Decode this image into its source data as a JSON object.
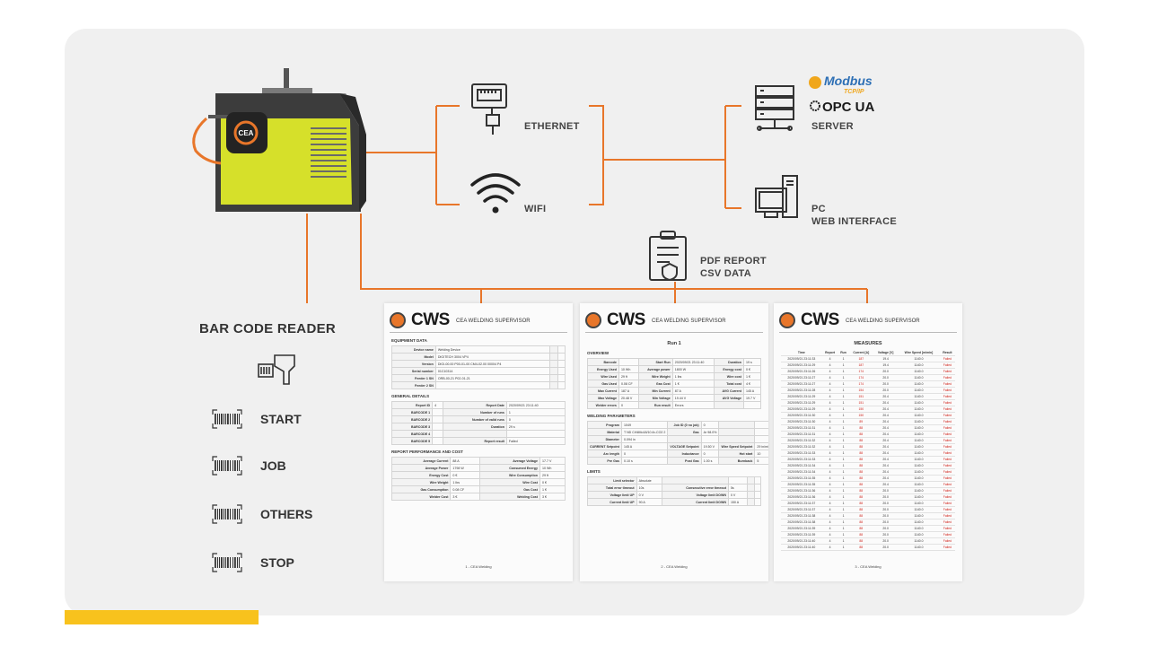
{
  "network": {
    "ethernet": "ETHERNET",
    "wifi": "WIFI",
    "server": "SERVER",
    "pc": "PC",
    "web_interface": "WEB INTERFACE",
    "pdf_report": "PDF REPORT",
    "csv_data": "CSV DATA",
    "modbus": "Modbus",
    "modbus_sub": "TCP/IP",
    "opcua": "OPC UA"
  },
  "barcode": {
    "title": "BAR CODE READER",
    "items": [
      "START",
      "JOB",
      "OTHERS",
      "STOP"
    ]
  },
  "reports": {
    "brand": "CWS",
    "brand_sub": "CEA WELDING SUPERVISOR",
    "logo_letter": "CEA",
    "page1": {
      "sections": [
        {
          "title": "EQUIPMENT DATA",
          "rows": [
            [
              "Device name",
              "Welding Device",
              "",
              ""
            ],
            [
              "Model",
              "DIGITECH 3004 VP4",
              "",
              ""
            ],
            [
              "Version",
              "DIGI-00.00 P00-01-00 CM4-02.00 00004 P4",
              "",
              ""
            ],
            [
              "Serial number",
              "01C10314",
              "",
              ""
            ],
            [
              "Feeder 1 SN",
              "ORB-00-21 P02-01-21",
              "",
              ""
            ],
            [
              "Feeder 2 SN",
              "",
              "",
              ""
            ]
          ]
        },
        {
          "title": "GENERAL DETAILS",
          "rows": [
            [
              "Report ID",
              "4",
              "Report Date",
              "2020/09/21 23:11:40"
            ],
            [
              "BARCODE 1",
              "",
              "Number of runs",
              "1"
            ],
            [
              "BARCODE 2",
              "",
              "Number of valid runs",
              "0"
            ],
            [
              "BARCODE 3",
              "",
              "Duration",
              "29 s"
            ],
            [
              "BARCODE 4",
              "",
              "",
              ""
            ],
            [
              "BARCODE 5",
              "",
              "Report result",
              "Failed"
            ]
          ]
        },
        {
          "title": "REPORT PERFORMANCE AND COST",
          "rows": [
            [
              "Average Current",
              "88 A",
              "Average Voltage",
              "17.7 V"
            ],
            [
              "Average Power",
              "1798 W",
              "Consumed Energy",
              "10 Wh"
            ],
            [
              "Energy Cost",
              "0 €",
              "Wire Consumption",
              "29 ft"
            ],
            [
              "Wire Weight",
              "1 lbs",
              "Wire Cost",
              "0 €"
            ],
            [
              "Gas Consumption",
              "0.08 CF",
              "Gas Cost",
              "1 €"
            ],
            [
              "Welder Cost",
              "3 €",
              "Welding Cost",
              "3 €"
            ]
          ]
        }
      ],
      "footer": "1 - CEA Welding"
    },
    "page2": {
      "run_title": "Run 1",
      "sections": [
        {
          "title": "OVERVIEW",
          "rows": [
            [
              "Barcode",
              "",
              "Start Run",
              "2020/09/21 23:11:40",
              "Duration",
              "19 s"
            ],
            [
              "Energy Used",
              "10 Wh",
              "Average power",
              "1800 W",
              "Energy cost",
              "0 €"
            ],
            [
              "Wire Used",
              "29 ft",
              "Wire Weight",
              "1 lbs",
              "Wire cost",
              "1 €"
            ],
            [
              "Gas Used",
              "0.08 CF",
              "Gas Cost",
              "1 €",
              "Total cost",
              "4 €"
            ],
            [
              "Max Current",
              "187 A",
              "Min Current",
              "87 A",
              "AVG Current",
              "145 A"
            ],
            [
              "Max Voltage",
              "20.48 V",
              "Min Voltage",
              "19.44 V",
              "AVG Voltage",
              "19.7 V"
            ],
            [
              "Welder errors",
              "0",
              "Run result",
              "Errors",
              "",
              ""
            ]
          ]
        },
        {
          "title": "WELDING PARAMETERS",
          "rows": [
            [
              "Program",
              "1049",
              "Job ID (0 no job)",
              "0",
              "",
              ""
            ],
            [
              "Material",
              "T ND CrNiMo18/10 Ar-CO2 2",
              "Gas",
              "Ar 98.0%",
              "",
              ""
            ],
            [
              "Diameter",
              "0.094 in",
              "",
              "",
              "",
              ""
            ],
            [
              "CURRENT Setpoint",
              "145 A",
              "VOLTAGE Setpoint",
              "19.50 V",
              "Wire Speed Setpoint",
              "29 in/min"
            ],
            [
              "Arc length",
              "0",
              "Inductance",
              "0",
              "Hot start",
              "10"
            ],
            [
              "Pre Gas",
              "0.10 s",
              "Post Gas",
              "1.00 s",
              "Burnback",
              "5"
            ]
          ]
        },
        {
          "title": "LIMITS",
          "rows": [
            [
              "Limit selector",
              "Absolute",
              "",
              "",
              "",
              ""
            ],
            [
              "Total error timeout",
              "10s",
              "Consecutive error timeout",
              "5s",
              "",
              ""
            ],
            [
              "Voltage limit UP",
              "0 V",
              "Voltage limit DOWN",
              "0 V",
              "",
              ""
            ],
            [
              "Current limit UP",
              "90 A",
              "Current limit DOWN",
              "150 A",
              "",
              ""
            ]
          ]
        }
      ],
      "footer": "2 - CEA Welding"
    },
    "page3": {
      "title": "MEASURES",
      "headers": [
        "Time",
        "Report",
        "Run",
        "Current [A]",
        "Voltage [V]",
        "Wire Speed [m/min]",
        "Result"
      ],
      "rows": [
        [
          "2020/09/21 23:11:33",
          "4",
          "1",
          "187",
          "19.4",
          "1140.0",
          "Failed"
        ],
        [
          "2020/09/21 23:11:29",
          "4",
          "1",
          "187",
          "19.4",
          "1140.0",
          "Failed"
        ],
        [
          "2020/09/21 23:11:26",
          "4",
          "1",
          "174",
          "20.0",
          "1140.0",
          "Failed"
        ],
        [
          "2020/09/21 23:11:27",
          "4",
          "1",
          "174",
          "20.0",
          "1140.0",
          "Failed"
        ],
        [
          "2020/09/21 23:11:27",
          "4",
          "1",
          "174",
          "20.0",
          "1140.0",
          "Failed"
        ],
        [
          "2020/09/21 23:11:28",
          "4",
          "1",
          "154",
          "20.0",
          "1140.0",
          "Failed"
        ],
        [
          "2020/09/21 23:11:29",
          "4",
          "1",
          "151",
          "20.4",
          "1140.0",
          "Failed"
        ],
        [
          "2020/09/21 23:11:29",
          "4",
          "1",
          "151",
          "20.4",
          "1140.0",
          "Failed"
        ],
        [
          "2020/09/21 23:11:29",
          "4",
          "1",
          "150",
          "20.4",
          "1140.0",
          "Failed"
        ],
        [
          "2020/09/21 23:11:30",
          "4",
          "1",
          "150",
          "20.4",
          "1140.0",
          "Failed"
        ],
        [
          "2020/09/21 23:11:30",
          "4",
          "1",
          "89",
          "20.4",
          "1140.0",
          "Failed"
        ],
        [
          "2020/09/21 23:11:31",
          "4",
          "1",
          "88",
          "20.4",
          "1140.0",
          "Failed"
        ],
        [
          "2020/09/21 23:11:31",
          "4",
          "1",
          "88",
          "20.4",
          "1140.0",
          "Failed"
        ],
        [
          "2020/09/21 23:11:32",
          "4",
          "1",
          "88",
          "20.4",
          "1140.0",
          "Failed"
        ],
        [
          "2020/09/21 23:11:32",
          "4",
          "1",
          "88",
          "20.4",
          "1140.0",
          "Failed"
        ],
        [
          "2020/09/21 23:11:33",
          "4",
          "1",
          "88",
          "20.4",
          "1140.0",
          "Failed"
        ],
        [
          "2020/09/21 23:11:33",
          "4",
          "1",
          "88",
          "20.4",
          "1140.0",
          "Failed"
        ],
        [
          "2020/09/21 23:11:34",
          "4",
          "1",
          "88",
          "20.4",
          "1140.0",
          "Failed"
        ],
        [
          "2020/09/21 23:11:34",
          "4",
          "1",
          "88",
          "20.4",
          "1140.0",
          "Failed"
        ],
        [
          "2020/09/21 23:11:35",
          "4",
          "1",
          "88",
          "20.4",
          "1140.0",
          "Failed"
        ],
        [
          "2020/09/21 23:11:35",
          "4",
          "1",
          "88",
          "20.4",
          "1140.0",
          "Failed"
        ],
        [
          "2020/09/21 23:11:36",
          "4",
          "1",
          "88",
          "20.0",
          "1140.0",
          "Failed"
        ],
        [
          "2020/09/21 23:11:36",
          "4",
          "1",
          "88",
          "20.0",
          "1140.0",
          "Failed"
        ],
        [
          "2020/09/21 23:11:37",
          "4",
          "1",
          "88",
          "20.0",
          "1140.0",
          "Failed"
        ],
        [
          "2020/09/21 23:11:37",
          "4",
          "1",
          "88",
          "20.0",
          "1140.0",
          "Failed"
        ],
        [
          "2020/09/21 23:11:38",
          "4",
          "1",
          "88",
          "20.0",
          "1140.0",
          "Failed"
        ],
        [
          "2020/09/21 23:11:38",
          "4",
          "1",
          "88",
          "20.0",
          "1140.0",
          "Failed"
        ],
        [
          "2020/09/21 23:11:39",
          "4",
          "1",
          "88",
          "20.0",
          "1140.0",
          "Failed"
        ],
        [
          "2020/09/21 23:11:39",
          "4",
          "1",
          "88",
          "20.0",
          "1140.0",
          "Failed"
        ],
        [
          "2020/09/21 23:11:40",
          "4",
          "1",
          "88",
          "20.0",
          "1140.0",
          "Failed"
        ],
        [
          "2020/09/21 23:11:40",
          "4",
          "1",
          "88",
          "20.0",
          "1140.0",
          "Failed"
        ]
      ],
      "footer": "3 - CEA Welding"
    }
  },
  "colors": {
    "card_bg": "#f0f0f0",
    "accent_yellow": "#f8c21d",
    "wire_orange": "#e8762a",
    "machine_green": "#d6e02a",
    "machine_dark": "#3c3c3c",
    "fail_red": "#d0221a"
  }
}
